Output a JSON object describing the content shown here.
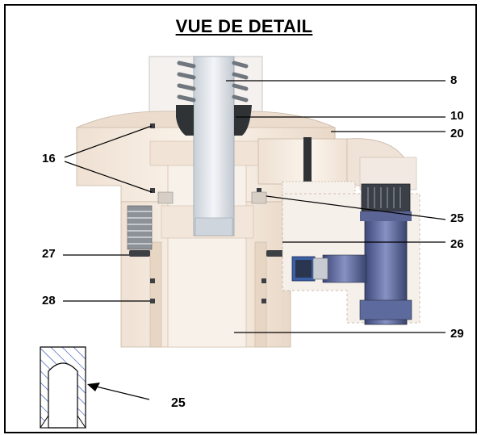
{
  "title": "VUE DE DETAIL",
  "callouts": {
    "c8": "8",
    "c10": "10",
    "c20": "20",
    "c16": "16",
    "c25": "25",
    "c26": "26",
    "c27": "27",
    "c28": "28",
    "c29": "29",
    "c25_section": "25"
  },
  "colors": {
    "border": "#000000",
    "body_fill": "#f6ebe1",
    "body_shade": "#e8d8c8",
    "stem_fill": "#dde2e8",
    "spring": "#8a9096",
    "seal": "#2f3336",
    "fitting_blue": "#5c6a9e",
    "fitting_dark": "#2a2f3f",
    "hatch": "#2244aa"
  },
  "icons": {
    "main_drawing": "valve-assembly-section-drawing",
    "section_detail": "seal-cross-section-drawing"
  }
}
